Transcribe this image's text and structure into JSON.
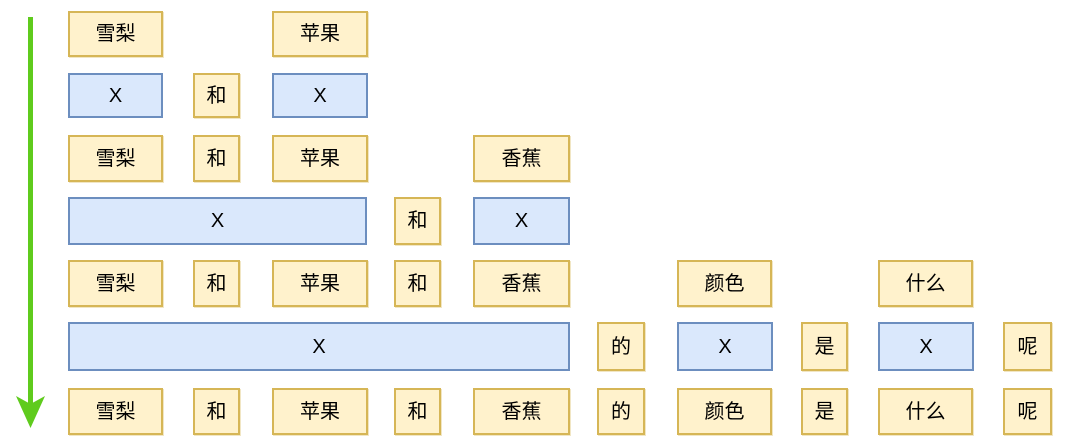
{
  "palette": {
    "term_fill": "#FFF2CC",
    "term_border": "#D6B656",
    "slot_fill": "#DAE8FC",
    "slot_border": "#6C8EBF",
    "arrow_color": "#5FCB1D",
    "text_color": "#000000"
  },
  "arrow": {
    "direction": "down"
  },
  "rows": [
    {
      "name": "row-1-values",
      "boxes": [
        {
          "label": "雪梨",
          "type": "term"
        },
        {
          "label": "苹果",
          "type": "term"
        }
      ]
    },
    {
      "name": "row-2-template",
      "boxes": [
        {
          "label": "X",
          "type": "slot"
        },
        {
          "label": "和",
          "type": "term"
        },
        {
          "label": "X",
          "type": "slot"
        }
      ]
    },
    {
      "name": "row-3-values",
      "boxes": [
        {
          "label": "雪梨",
          "type": "term"
        },
        {
          "label": "和",
          "type": "term"
        },
        {
          "label": "苹果",
          "type": "term"
        },
        {
          "label": "香蕉",
          "type": "term"
        }
      ]
    },
    {
      "name": "row-4-template",
      "boxes": [
        {
          "label": "X",
          "type": "slot"
        },
        {
          "label": "和",
          "type": "term"
        },
        {
          "label": "X",
          "type": "slot"
        }
      ]
    },
    {
      "name": "row-5-values",
      "boxes": [
        {
          "label": "雪梨",
          "type": "term"
        },
        {
          "label": "和",
          "type": "term"
        },
        {
          "label": "苹果",
          "type": "term"
        },
        {
          "label": "和",
          "type": "term"
        },
        {
          "label": "香蕉",
          "type": "term"
        },
        {
          "label": "颜色",
          "type": "term"
        },
        {
          "label": "什么",
          "type": "term"
        }
      ]
    },
    {
      "name": "row-6-template",
      "boxes": [
        {
          "label": "X",
          "type": "slot"
        },
        {
          "label": "的",
          "type": "term"
        },
        {
          "label": "X",
          "type": "slot"
        },
        {
          "label": "是",
          "type": "term"
        },
        {
          "label": "X",
          "type": "slot"
        },
        {
          "label": "呢",
          "type": "term"
        }
      ]
    },
    {
      "name": "row-7-final-sentence",
      "boxes": [
        {
          "label": "雪梨",
          "type": "term"
        },
        {
          "label": "和",
          "type": "term"
        },
        {
          "label": "苹果",
          "type": "term"
        },
        {
          "label": "和",
          "type": "term"
        },
        {
          "label": "香蕉",
          "type": "term"
        },
        {
          "label": "的",
          "type": "term"
        },
        {
          "label": "颜色",
          "type": "term"
        },
        {
          "label": "是",
          "type": "term"
        },
        {
          "label": "什么",
          "type": "term"
        },
        {
          "label": "呢",
          "type": "term"
        }
      ]
    }
  ]
}
